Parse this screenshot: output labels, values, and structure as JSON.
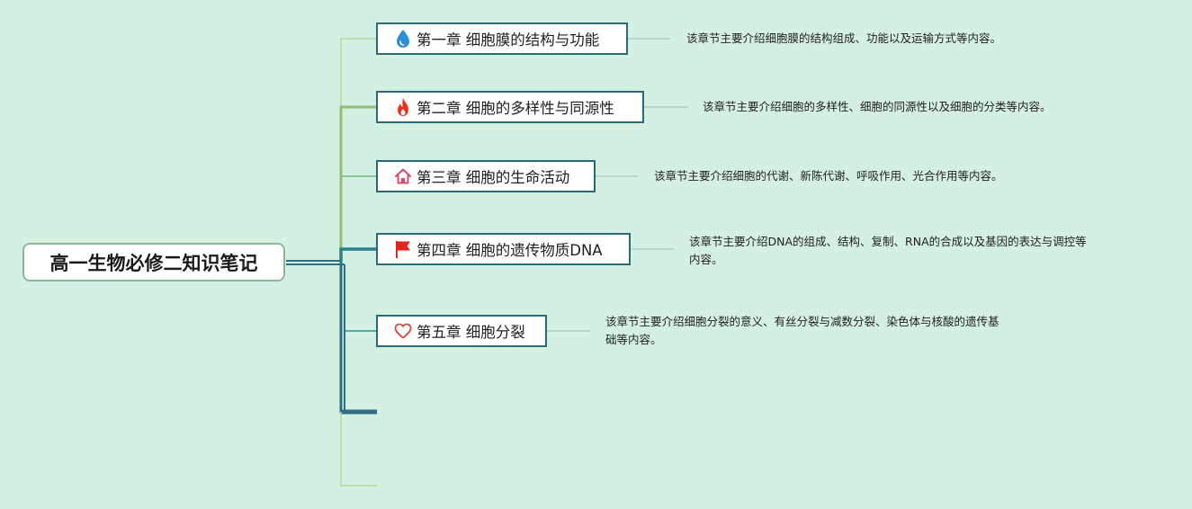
{
  "root": {
    "label": "高一生物必修二知识笔记"
  },
  "chapters": [
    {
      "label": "第一章 细胞膜的结构与功能",
      "note": "该章节主要介绍细胞膜的结构组成、功能以及运输方式等内容。",
      "icon": "water-drop-icon",
      "icon_color": "#2b8fd6"
    },
    {
      "label": "第二章 细胞的多样性与同源性",
      "note": "该章节主要介绍细胞的多样性、细胞的同源性以及细胞的分类等内容。",
      "icon": "fire-icon",
      "icon_color": "#e8321c"
    },
    {
      "label": "第三章 细胞的生命活动",
      "note": "该章节主要介绍细胞的代谢、新陈代谢、呼吸作用、光合作用等内容。",
      "icon": "house-icon",
      "icon_color": "#d94a6a"
    },
    {
      "label": "第四章 细胞的遗传物质DNA",
      "note": "该章节主要介绍DNA的组成、结构、复制、RNA的合成以及基因的表达与调控等",
      "note2": "内容。",
      "icon": "flag-icon",
      "icon_color": "#e0241e"
    },
    {
      "label": "第五章 细胞分裂",
      "note": "该章节主要介绍细胞分裂的意义、有丝分裂与减数分裂、染色体与核酸的遗传基",
      "note2": "础等内容。",
      "icon": "heart-icon",
      "icon_color": "#d9493a"
    }
  ],
  "colors": {
    "background": "#d4f0e2",
    "topic_border": "#2b6b78",
    "branch_light": "#b2dc9a",
    "branch_mid": "#8fbf72",
    "branch_dark": "#2d6f80",
    "note_connector": "#a5c8c0"
  }
}
